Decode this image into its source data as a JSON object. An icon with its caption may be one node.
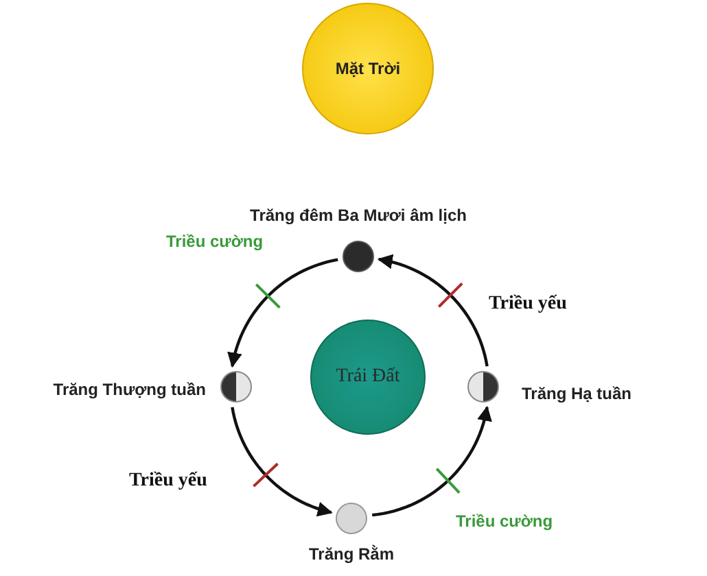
{
  "diagram": {
    "nodes": [
      {
        "text": [
          "Mặt Trời"
        ]
      },
      {
        "text": [],
        "shape": "circle",
        "beside": [
          "Trăng đêm Ba Mươi âm lịch"
        ]
      },
      {
        "text": [],
        "shape": "circle",
        "beside": [
          "Trăng Thượng tuần"
        ]
      },
      {
        "text": [
          "Trái Đất"
        ]
      },
      {
        "text": [],
        "shape": "circle",
        "beside": [
          "Trăng Hạ tuần"
        ]
      },
      {
        "text": [],
        "shape": "circle",
        "beside": [
          "Trăng Rằm"
        ]
      }
    ],
    "edges": [
      {
        "from": 1,
        "to": 2,
        "arrow": "to",
        "label": "Triều cường"
      },
      {
        "from": 2,
        "to": 5,
        "arrow": "to",
        "label": "Triều yếu"
      },
      {
        "from": 5,
        "to": 4,
        "arrow": "to",
        "label": "Triều cường"
      },
      {
        "from": 4,
        "to": 1,
        "arrow": "to",
        "label": "Triều yếu"
      }
    ]
  }
}
